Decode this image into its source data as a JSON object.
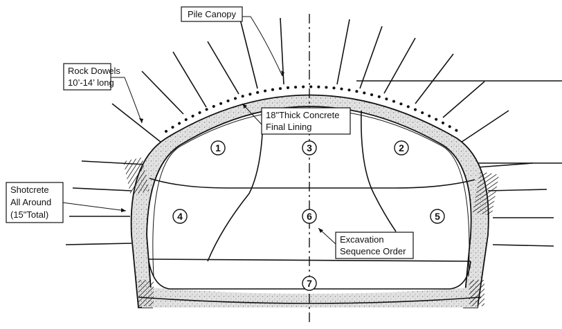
{
  "callouts": {
    "pile_canopy": "Pile Canopy",
    "rock_dowels_line1": "Rock Dowels",
    "rock_dowels_line2": "10’-14’ long",
    "concrete_line1": "18\"Thick Concrete",
    "concrete_line2": "Final Lining",
    "shotcrete_line1": "Shotcrete",
    "shotcrete_line2": "All Around",
    "shotcrete_line3": "(15\"Total)",
    "excavation_line1": "Excavation",
    "excavation_line2": "Sequence Order"
  },
  "sequence_numbers": [
    "1",
    "2",
    "3",
    "4",
    "5",
    "6",
    "7"
  ],
  "colors": {
    "ink": "#111111",
    "shotcrete": "#d9d9d9",
    "background": "#ffffff"
  }
}
